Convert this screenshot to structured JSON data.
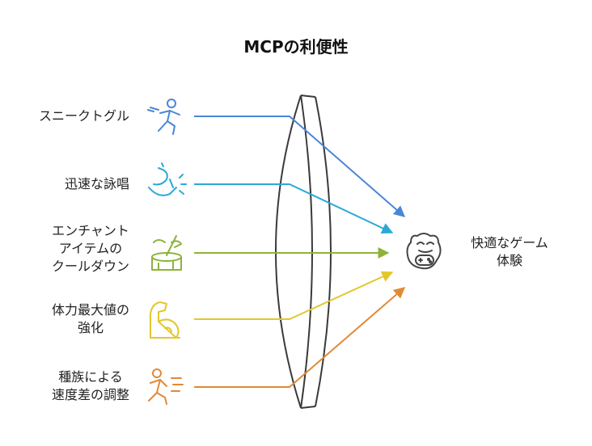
{
  "title": "MCPの利便性",
  "inputs": [
    {
      "lines": [
        "スニークトグル"
      ],
      "color": "#4a86d8",
      "icon": "running-person-icon"
    },
    {
      "lines": [
        "迅速な詠唱"
      ],
      "color": "#2aa9d6",
      "icon": "magic-hand-icon"
    },
    {
      "lines": [
        "エンチャント",
        "アイテムの",
        "クールダウン"
      ],
      "color": "#8db33a",
      "icon": "axe-stump-icon"
    },
    {
      "lines": [
        "体力最大値の",
        "強化"
      ],
      "color": "#e2c72c",
      "icon": "flexing-arm-icon"
    },
    {
      "lines": [
        "種族による",
        "速度差の調整"
      ],
      "color": "#e08a36",
      "icon": "speed-runner-icon"
    }
  ],
  "output": {
    "lines": [
      "快適なゲーム",
      "体験"
    ],
    "icon": "gamer-face-icon",
    "color": "#444444"
  },
  "lens_color": "#3a3a3a"
}
